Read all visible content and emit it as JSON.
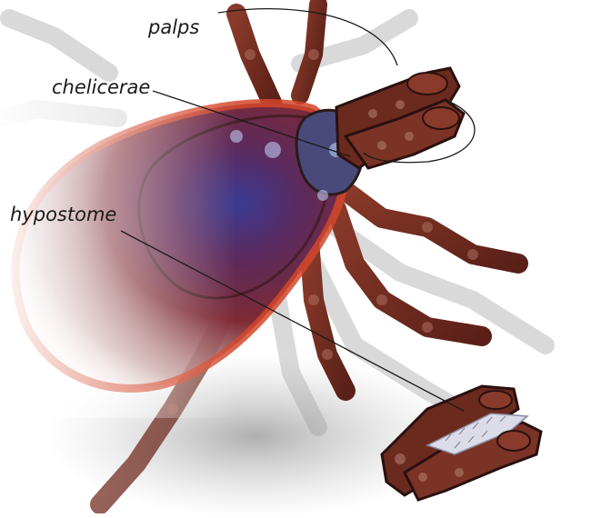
{
  "labels": {
    "palps": "palps",
    "chelicerae": "chelicerae",
    "hypostome": "hypostome"
  },
  "colors": {
    "body_red": "#8a1d1d",
    "body_blue": "#3a3a8a",
    "shield_orange": "#d4462a",
    "leg_brown": "#6b2a1e",
    "ghost_gray": "#cfcfcf",
    "line": "#1a1a1a"
  }
}
